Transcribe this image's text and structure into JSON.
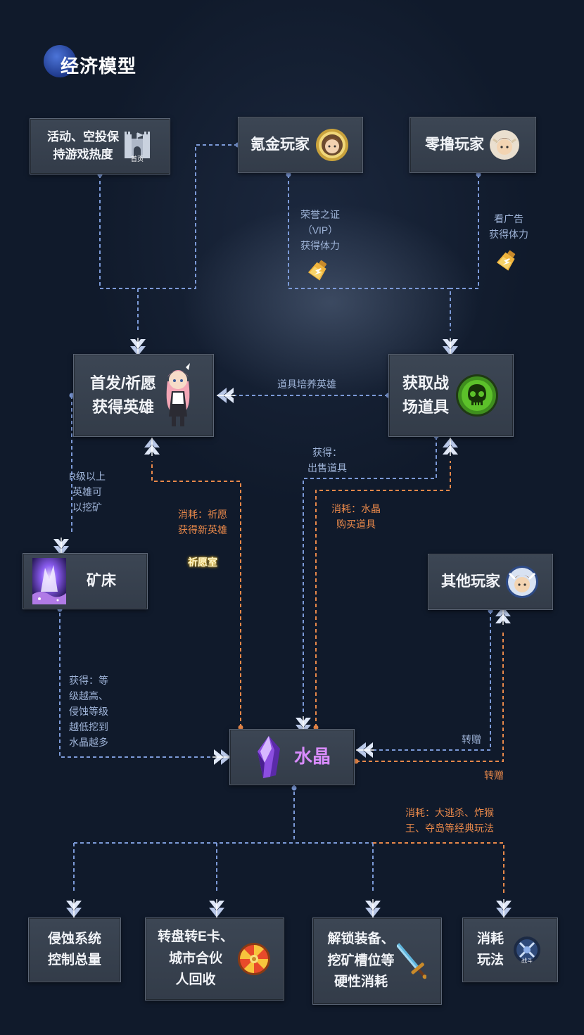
{
  "title": "经济模型",
  "boxes": {
    "activity": "活动、空投保\n持游戏热度",
    "activity_icon_caption": "首页",
    "krypton": "氪金玩家",
    "free": "零撸玩家",
    "summon": "首发/祈愿\n获得英雄",
    "items": "获取战\n场道具",
    "mine": "矿床",
    "others": "其他玩家",
    "crystal": "水晶",
    "erosion": "侵蚀系统\n控制总量",
    "wheel": "转盘转E卡、\n城市合伙\n人回收",
    "unlock": "解锁装备、\n挖矿槽位等\n硬性消耗",
    "consume": "消耗\n玩法",
    "consume_icon_caption": "战斗"
  },
  "labels": {
    "vip": "荣誉之证\n（VIP）\n获得体力",
    "ads": "看广告\n获得体力",
    "item_train": "道具培养英雄",
    "sell": "获得：\n出售道具",
    "r_level": "R级以上\n英雄可\n以挖矿",
    "pray": "消耗：祈愿\n获得新英雄",
    "pray_room": "祈愿室",
    "buy": "消耗：水晶\n购买道具",
    "mining": "获得：等\n级越高、\n侵蚀等级\n越低挖到\n水晶越多",
    "gift_in": "转赠",
    "gift_out": "转赠",
    "play": "消耗：大逃杀、炸猴\n王、夺岛等经典玩法"
  },
  "colors": {
    "background": "#101a2b",
    "box": "#3a4452",
    "blue_line": "#7c9ad8",
    "orange_line": "#e8884a",
    "crystal_text": "#d98cff"
  }
}
